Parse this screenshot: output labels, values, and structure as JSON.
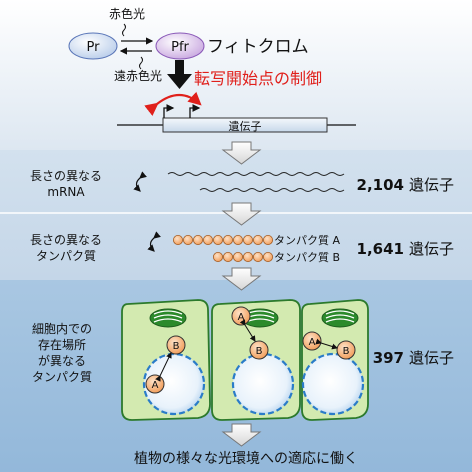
{
  "top": {
    "pr_label": "Pr",
    "pfr_label": "Pfr",
    "red_light": "赤色光",
    "far_red_light": "遠赤色光",
    "phytochrome": "フィトクロム",
    "tss_control": "転写開始点の制御",
    "gene_label": "遺伝子"
  },
  "rows": [
    {
      "label_lines": [
        "長さの異なる",
        "mRNA"
      ],
      "count": "2,104",
      "unit": "遺伝子"
    },
    {
      "label_lines": [
        "長さの異なる",
        "タンパク質"
      ],
      "count": "1,641",
      "unit": "遺伝子",
      "protein_a": "タンパク質 A",
      "protein_b": "タンパク質 B"
    },
    {
      "label_lines": [
        "細胞内での",
        "存在場所",
        "が異なる",
        "タンパク質"
      ],
      "count": "397",
      "unit": "遺伝子",
      "marker_a": "A",
      "marker_b": "B"
    }
  ],
  "conclusion": "植物の様々な光環境への適応に働く",
  "colors": {
    "band_top": "#dde7f1",
    "band_mid": "#c9d9ea",
    "band_low": "#9fc1df",
    "accent_red": "#e0201b",
    "bead_orange": "#f6b27a",
    "cell_green": "#cfe7a8",
    "cell_border": "#2c7a2c",
    "vacuole_blue": "#2a7cc8"
  }
}
